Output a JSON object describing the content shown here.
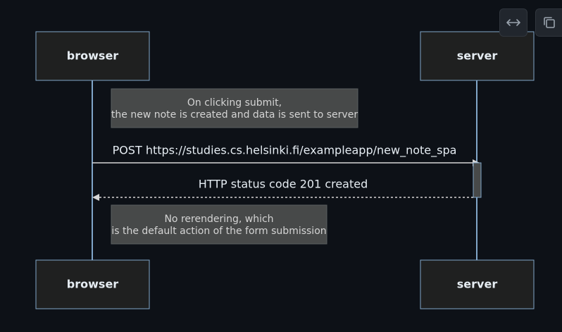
{
  "actors": {
    "left": "browser",
    "right": "server"
  },
  "notes": {
    "first": [
      "On clicking submit,",
      "the new note is created and data is sent to server"
    ],
    "second": [
      "No rerendering, which",
      "is the default action of the form submission"
    ]
  },
  "messages": {
    "post": "POST https://studies.cs.helsinki.fi/exampleapp/new_note_spa",
    "response": "HTTP status code 201 created"
  },
  "toolbar": {
    "expand_icon": "horizontal-arrows-icon",
    "copy_icon": "copy-icon"
  },
  "colors": {
    "background": "#0d1117",
    "actor_fill": "#1f2020",
    "lifeline": "#81a6c9",
    "note_fill": "#474949",
    "text": "#e6edf3"
  }
}
